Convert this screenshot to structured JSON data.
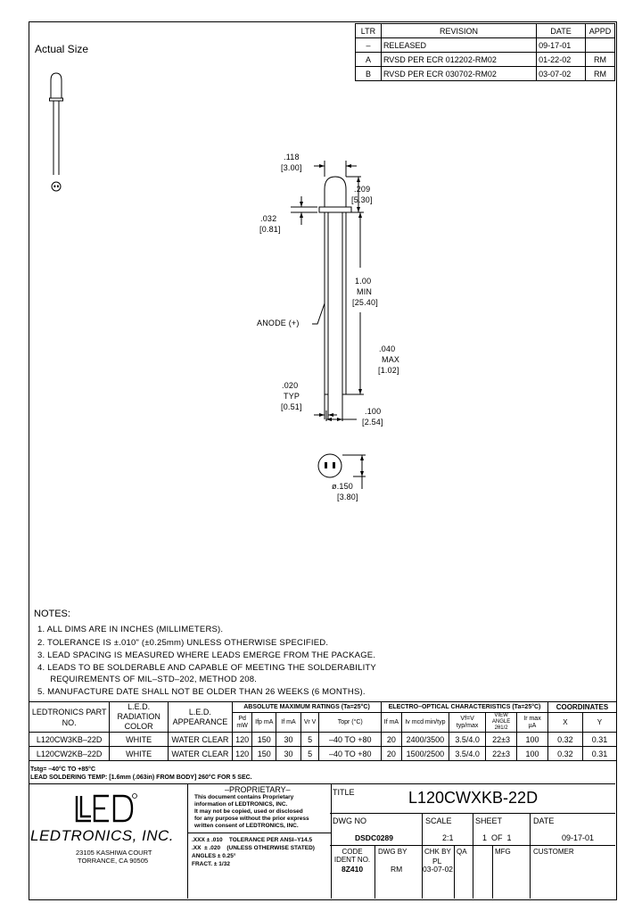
{
  "actual_size_label": "Actual Size",
  "revision_table": {
    "headers": [
      "LTR",
      "REVISION",
      "DATE",
      "APPD"
    ],
    "rows": [
      [
        "–",
        "RELEASED",
        "09-17-01",
        ""
      ],
      [
        "A",
        "RVSD PER ECR 012202-RM02",
        "01-22-02",
        "RM"
      ],
      [
        "B",
        "RVSD PER ECR 030702-RM02",
        "03-07-02",
        "RM"
      ]
    ]
  },
  "drawing": {
    "dim_118": ".118",
    "dim_118_mm": "[3.00]",
    "dim_209": ".209",
    "dim_209_mm": "[5.30]",
    "dim_032": ".032",
    "dim_032_mm": "[0.81]",
    "dim_100_len": "1.00",
    "dim_100_min": "MIN",
    "dim_100_mm": "[25.40]",
    "anode_label": "ANODE (+)",
    "dim_040": ".040",
    "dim_040_max": "MAX",
    "dim_040_mm": "[1.02]",
    "dim_020": ".020",
    "dim_020_typ": "TYP",
    "dim_020_mm": "[0.51]",
    "dim_100": ".100",
    "dim_100_pitch_mm": "[2.54]",
    "dim_150": "ø.150",
    "dim_150_mm": "[3.80]"
  },
  "notes": {
    "title": "NOTES:",
    "items": [
      "1.  ALL DIMS ARE IN INCHES (MILLIMETERS).",
      "2.  TOLERANCE IS ±.010\" (±0.25mm) UNLESS OTHERWISE SPECIFIED.",
      "3.  LEAD SPACING IS MEASURED WHERE LEADS EMERGE FROM THE PACKAGE.",
      "4.  LEADS TO BE SOLDERABLE AND CAPABLE OF MEETING THE SOLDERABILITY",
      "     REQUIREMENTS OF MIL–STD–202, METHOD 208.",
      "5.  MANUFACTURE DATE SHALL NOT BE OLDER THAN 26 WEEKS (6 MONTHS)."
    ]
  },
  "spec_table": {
    "h_part": "LEDTRONICS PART NO.",
    "h_color": "L.E.D. RADIATION COLOR",
    "h_appearance": "L.E.D. APPEARANCE",
    "h_abs": "ABSOLUTE MAXIMUM RATINGS (Ta=25°C)",
    "h_eo": "ELECTRO–OPTICAL CHARACTERISTICS (Ta=25°C)",
    "h_coord": "COORDINATES",
    "sub": [
      "Pd mW",
      "Ifp mA",
      "If mA",
      "Vr V",
      "Topr (°C)",
      "If mA",
      "Iv mcd min/typ",
      "Vf=V typ/max",
      "VIEW ANGLE 2θ1/2",
      "Ir max µA",
      "X",
      "Y"
    ],
    "rows": [
      [
        "L120CW3KB–22D",
        "WHITE",
        "WATER CLEAR",
        "120",
        "150",
        "30",
        "5",
        "–40 TO +80",
        "20",
        "2400/3500",
        "3.5/4.0",
        "22±3",
        "100",
        "0.32",
        "0.31"
      ],
      [
        "L120CW2KB–22D",
        "WHITE",
        "WATER CLEAR",
        "120",
        "150",
        "30",
        "5",
        "–40 TO +80",
        "20",
        "1500/2500",
        "3.5/4.0",
        "22±3",
        "100",
        "0.32",
        "0.31"
      ]
    ]
  },
  "storage_line": "Tstg= –40°C TO +85°C",
  "solder_line": "LEAD SOLDERING TEMP: [1.6mm (.063in) FROM BODY] 260°C FOR 5 SEC.",
  "title_block": {
    "logo_text": "LED",
    "company": "LEDTRONICS, INC.",
    "address1": "23105 KASHIWA COURT",
    "address2": "TORRANCE, CA 90505",
    "proprietary_title": "–PROPRIETARY–",
    "proprietary_lines": [
      "This document contains Proprietary",
      "information of LEDTRONICS, INC.",
      "It may not be copied, used or disclosed",
      "for any purpose without the prior express",
      "written consent of LEDTRONICS, INC."
    ],
    "tol_lines": [
      ".XXX ± .010    TOLERANCE PER ANSI–Y14.5",
      ".XX  ± .020    (UNLESS OTHERWISE STATED)",
      "ANGLES ± 0.25°",
      "FRACT. ± 1/32"
    ],
    "title_label": "TITLE",
    "title_value": "L120CWXKB-22D",
    "dwg_no_label": "DWG NO",
    "dwg_no_value": "DSDC0289",
    "scale_label": "SCALE",
    "scale_value": "2:1",
    "sheet_label": "SHEET",
    "sheet_value": "1  OF  1",
    "date_label": "DATE",
    "date_value": "09-17-01",
    "code_label": "CODE IDENT NO.",
    "code_value": "8Z410",
    "dwg_by_label": "DWG BY",
    "dwg_by_value": "RM",
    "chk_label": "CHK BY",
    "chk_value": "PL",
    "chk_date": "03-07-02",
    "qa_label": "QA",
    "mfg_label": "MFG",
    "customer_label": "CUSTOMER"
  }
}
